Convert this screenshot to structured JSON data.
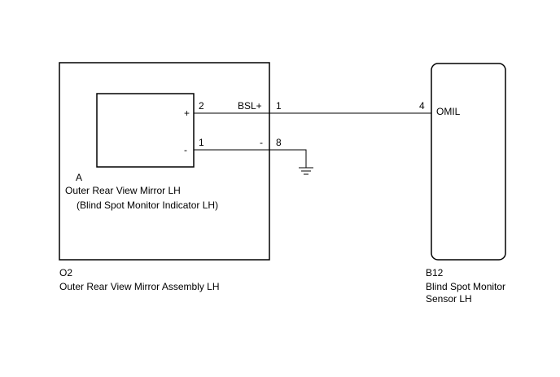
{
  "assembly": {
    "code": "O2",
    "name": "Outer Rear View Mirror Assembly LH"
  },
  "mirror": {
    "code": "A",
    "name": "Outer Rear View Mirror LH",
    "subname": "(Blind Spot Monitor Indicator LH)",
    "plus_symbol": "+",
    "minus_symbol": "-",
    "pin_plus": "2",
    "pin_minus": "1"
  },
  "connector": {
    "signal_name": "BSL+",
    "ground_symbol": "-",
    "pin_signal": "1",
    "pin_ground": "8"
  },
  "sensor": {
    "code": "B12",
    "name_line1": "Blind Spot Monitor",
    "name_line2": "Sensor LH",
    "pin": "4",
    "terminal": "OMIL"
  }
}
